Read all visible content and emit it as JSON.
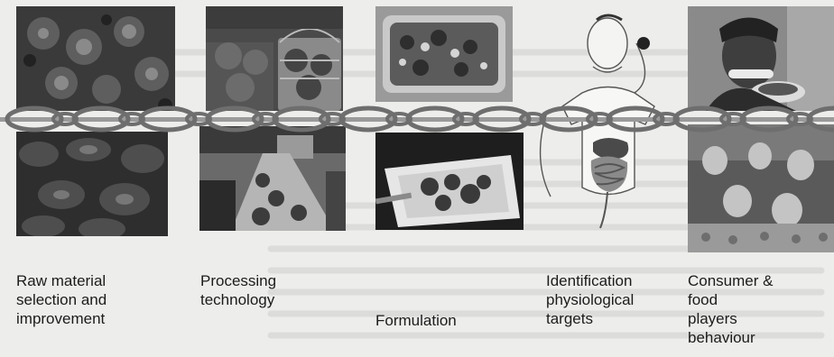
{
  "stages": [
    {
      "id": "raw",
      "label": "Raw material\nselection and\nimprovement"
    },
    {
      "id": "processing",
      "label": "Processing\ntechnology"
    },
    {
      "id": "formulation",
      "label": "Formulation"
    },
    {
      "id": "identification",
      "label": "Identification\nphysiological\ntargets"
    },
    {
      "id": "consumer",
      "label": "Consumer &\nfood\nplayers\nbehaviour"
    }
  ],
  "colors": {
    "background": "#ededeb",
    "chain": "#6e6e6e",
    "label_text": "#1c1c1c"
  }
}
